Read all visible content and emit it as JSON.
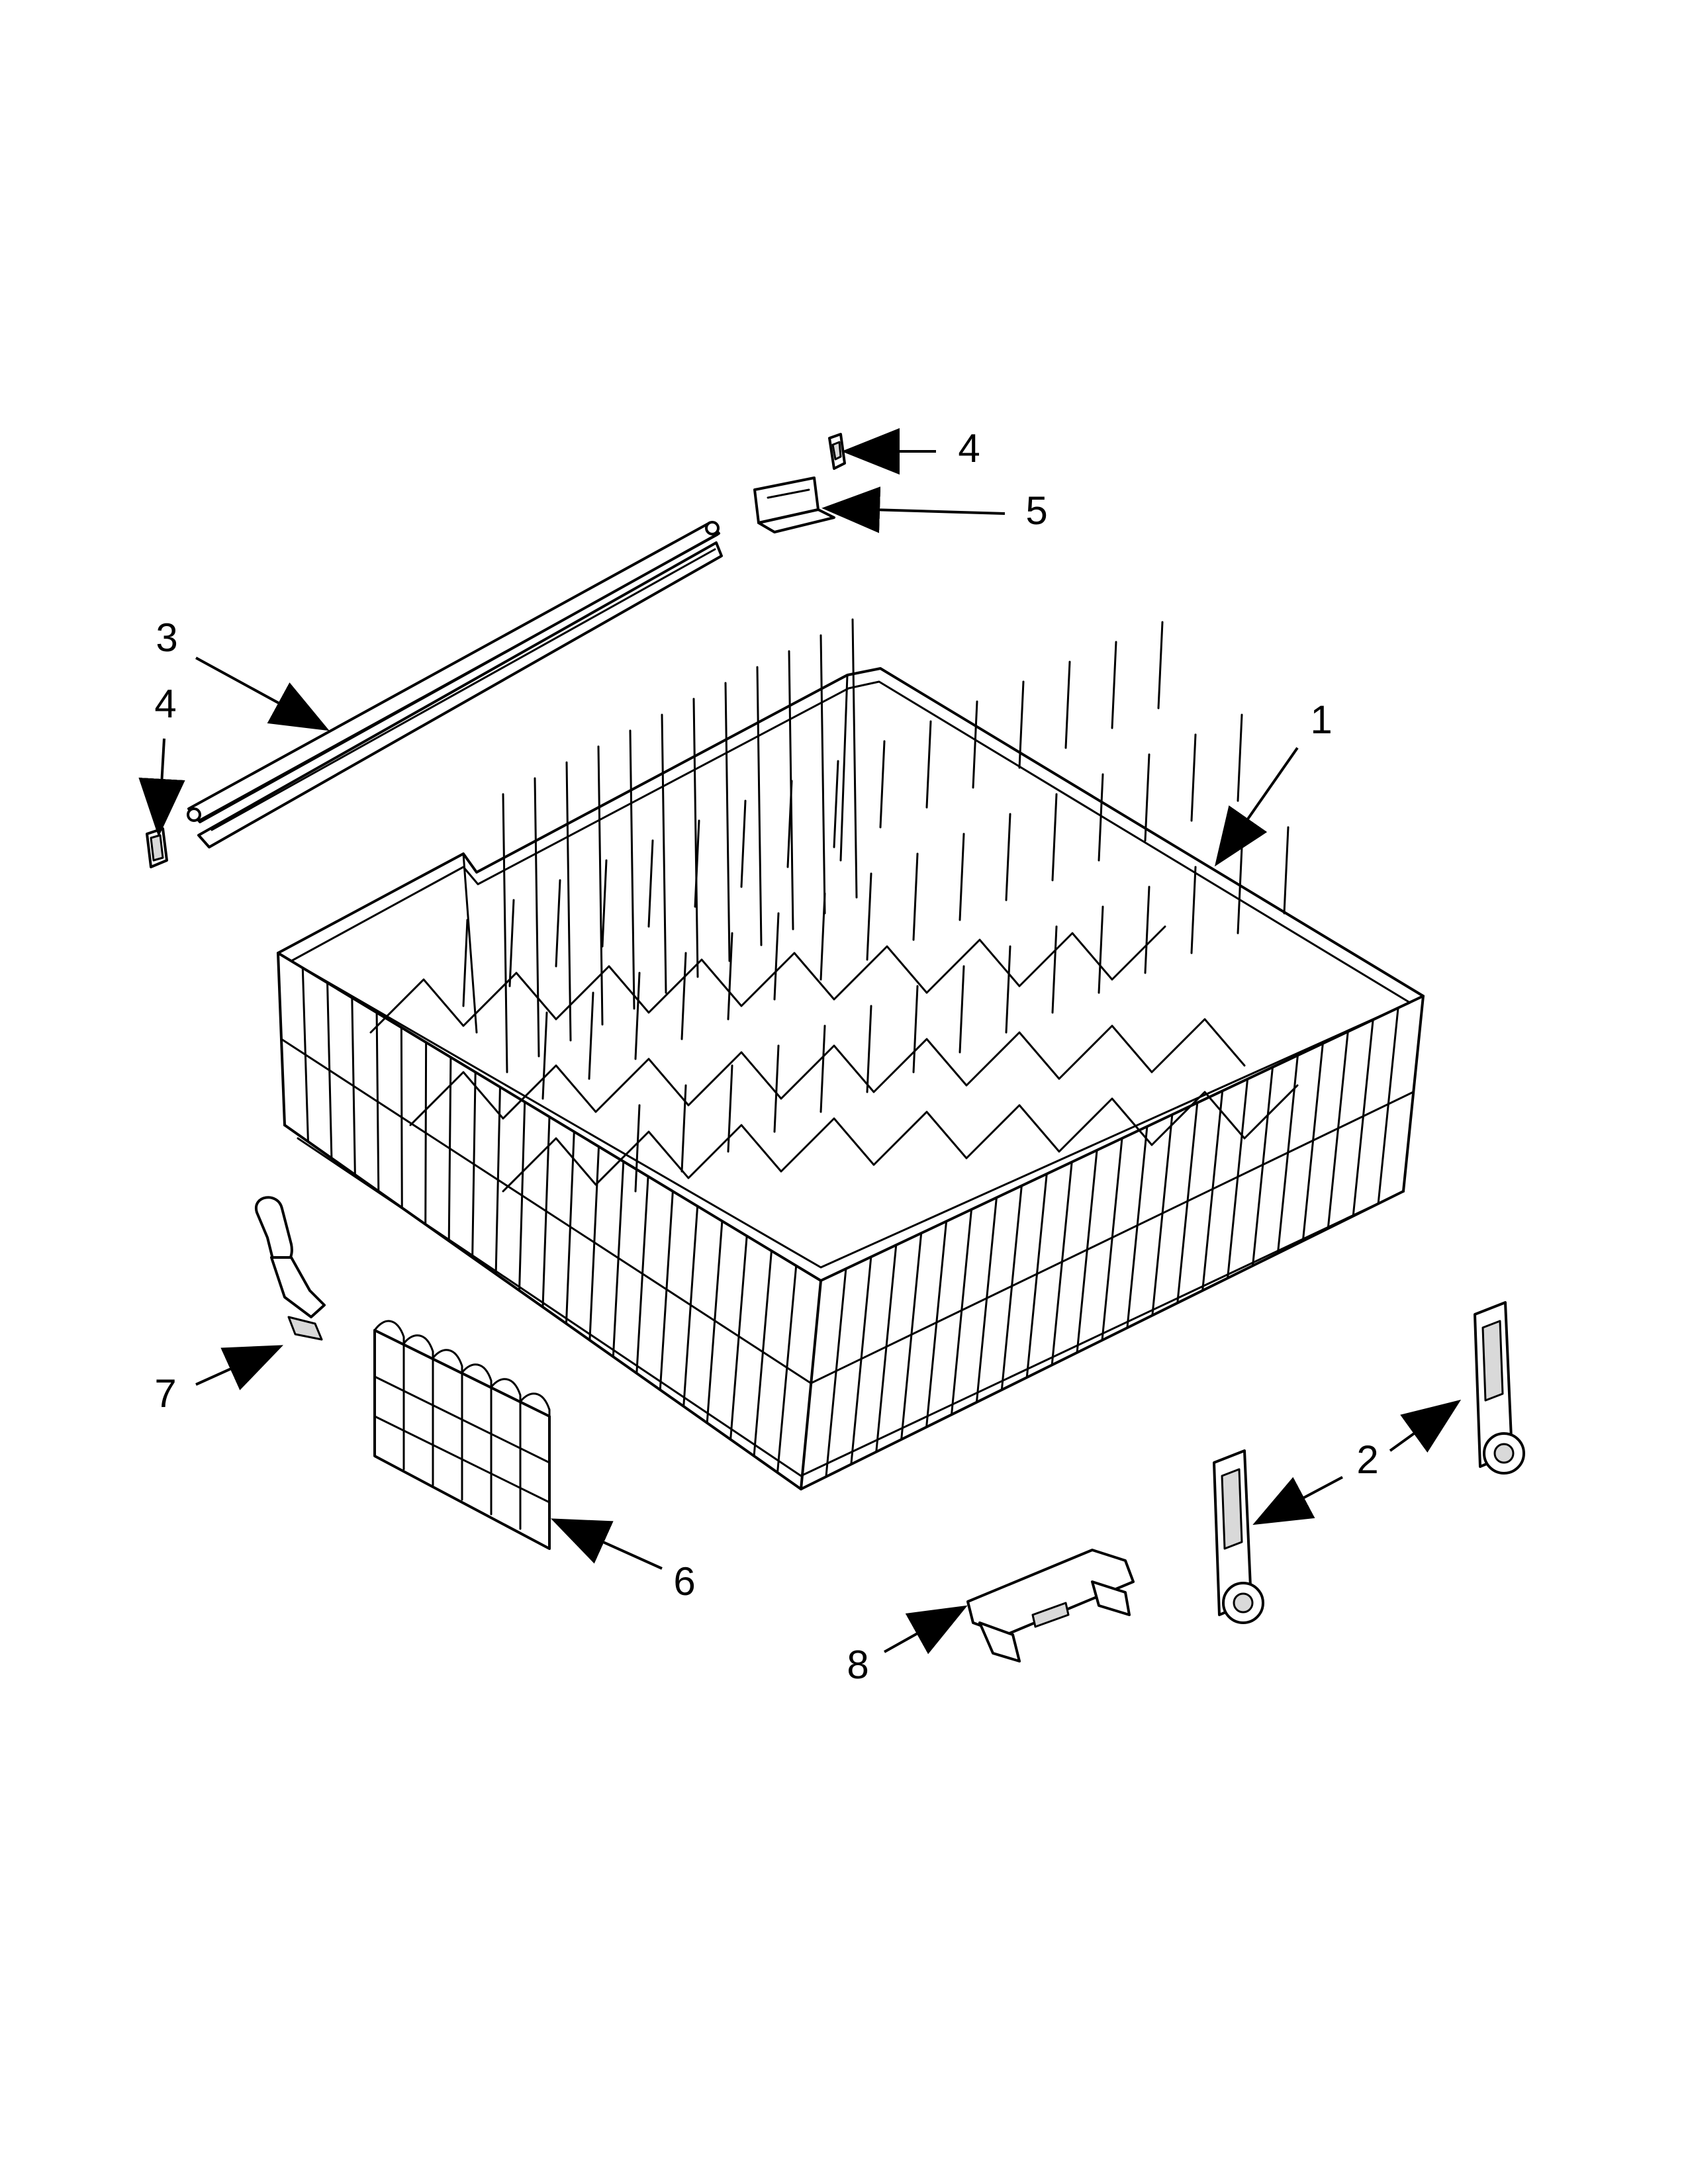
{
  "diagram": {
    "callouts": [
      {
        "id": "callout-1-basket",
        "label": "1"
      },
      {
        "id": "callout-2-roller-right",
        "label": "2"
      },
      {
        "id": "callout-2-roller-left",
        "label": ""
      },
      {
        "id": "callout-3-track",
        "label": "3"
      },
      {
        "id": "callout-4-stop-top",
        "label": "4"
      },
      {
        "id": "callout-4-stop-left",
        "label": "4"
      },
      {
        "id": "callout-5-end-cap",
        "label": "5"
      },
      {
        "id": "callout-6-tine-row",
        "label": "6"
      },
      {
        "id": "callout-7-adjuster",
        "label": "7"
      },
      {
        "id": "callout-8-clip",
        "label": "8"
      }
    ],
    "parts": [
      {
        "name": "dishrack-basket",
        "ref": "1"
      },
      {
        "name": "rack-roller-assembly",
        "ref": "2"
      },
      {
        "name": "rack-track",
        "ref": "3"
      },
      {
        "name": "track-stop",
        "ref": "4"
      },
      {
        "name": "track-end-cap",
        "ref": "5"
      },
      {
        "name": "fold-down-tine-row",
        "ref": "6"
      },
      {
        "name": "rack-adjuster",
        "ref": "7"
      },
      {
        "name": "rack-clip",
        "ref": "8"
      }
    ]
  }
}
